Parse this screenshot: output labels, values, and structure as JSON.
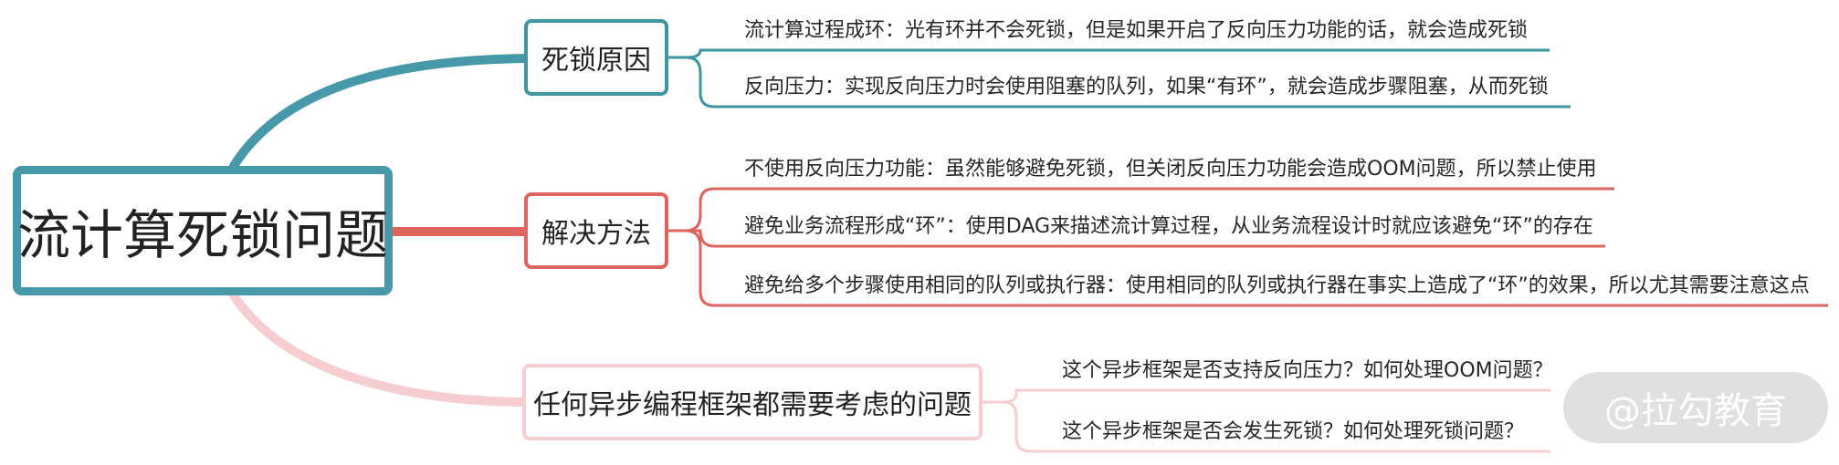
{
  "root": {
    "label": "流计算死锁问题"
  },
  "branches": [
    {
      "label": "死锁原因",
      "color": "#3e96a3",
      "items": [
        "流计算过程成环：光有环并不会死锁，但是如果开启了反向压力功能的话，就会造成死锁",
        "反向压力：实现反向压力时会使用阻塞的队列，如果“有环”，就会造成步骤阻塞，从而死锁"
      ]
    },
    {
      "label": "解决方法",
      "color": "#de655e",
      "items": [
        "不使用反向压力功能：虽然能够避免死锁，但关闭反向压力功能会造成OOM问题，所以禁止使用",
        "避免业务流程形成“环”：使用DAG来描述流计算过程，从业务流程设计时就应该避免“环”的存在",
        "避免给多个步骤使用相同的队列或执行器：使用相同的队列或执行器在事实上造成了“环”的效果，所以尤其需要注意这点"
      ]
    },
    {
      "label": "任何异步编程框架都需要考虑的问题",
      "color": "#f6cdd0",
      "items": [
        "这个异步框架是否支持反向压力？如何处理OOM问题？",
        "这个异步框架是否会发生死锁？如何处理死锁问题？"
      ]
    }
  ],
  "watermark": {
    "text": "@拉勾教育"
  }
}
